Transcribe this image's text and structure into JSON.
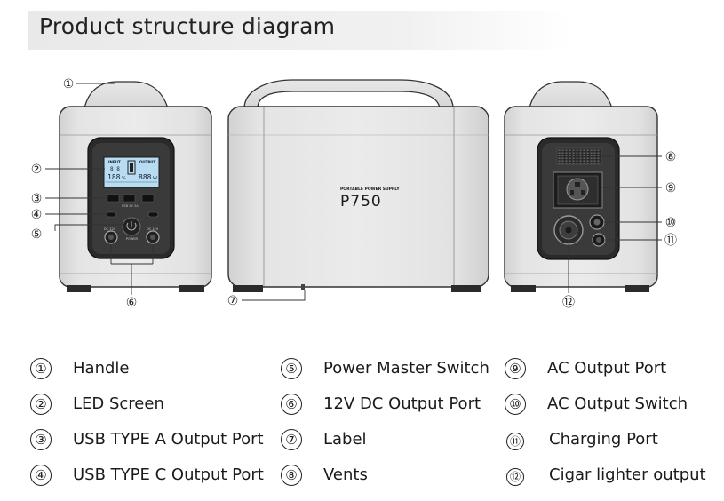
{
  "title": "Product structure diagram",
  "device": {
    "model": "P750",
    "subtitle": "PORTABLE POWER SUPPLY",
    "screen": {
      "input_label": "INPUT",
      "output_label": "OUTPUT",
      "input_value": "188",
      "input_unit": "%",
      "output_value": "888",
      "output_unit": "W",
      "top_left_digits": "8 8"
    },
    "power_label": "POWER",
    "usb_strip_label": "USB 5V 3A",
    "dc_left_label": "DC 12V",
    "dc_right_label": "DC 12V"
  },
  "callouts": [
    "①",
    "②",
    "③",
    "④",
    "⑤",
    "⑥",
    "⑦",
    "⑧",
    "⑨",
    "⑩",
    "⑪",
    "⑫"
  ],
  "legend": [
    {
      "num": "①",
      "label": "Handle"
    },
    {
      "num": "②",
      "label": "LED Screen"
    },
    {
      "num": "③",
      "label": "USB TYPE A Output Port"
    },
    {
      "num": "④",
      "label": "USB TYPE C Output Port"
    },
    {
      "num": "⑤",
      "label": "Power Master Switch"
    },
    {
      "num": "⑥",
      "label": "12V DC Output Port"
    },
    {
      "num": "⑦",
      "label": "Label"
    },
    {
      "num": "⑧",
      "label": "Vents"
    },
    {
      "num": "⑨",
      "label": "AC Output Port"
    },
    {
      "num": "⑩",
      "label": "AC Output Switch"
    },
    {
      "num": "⑪",
      "label": "Charging Port"
    },
    {
      "num": "⑫",
      "label": "Cigar lighter output"
    }
  ]
}
